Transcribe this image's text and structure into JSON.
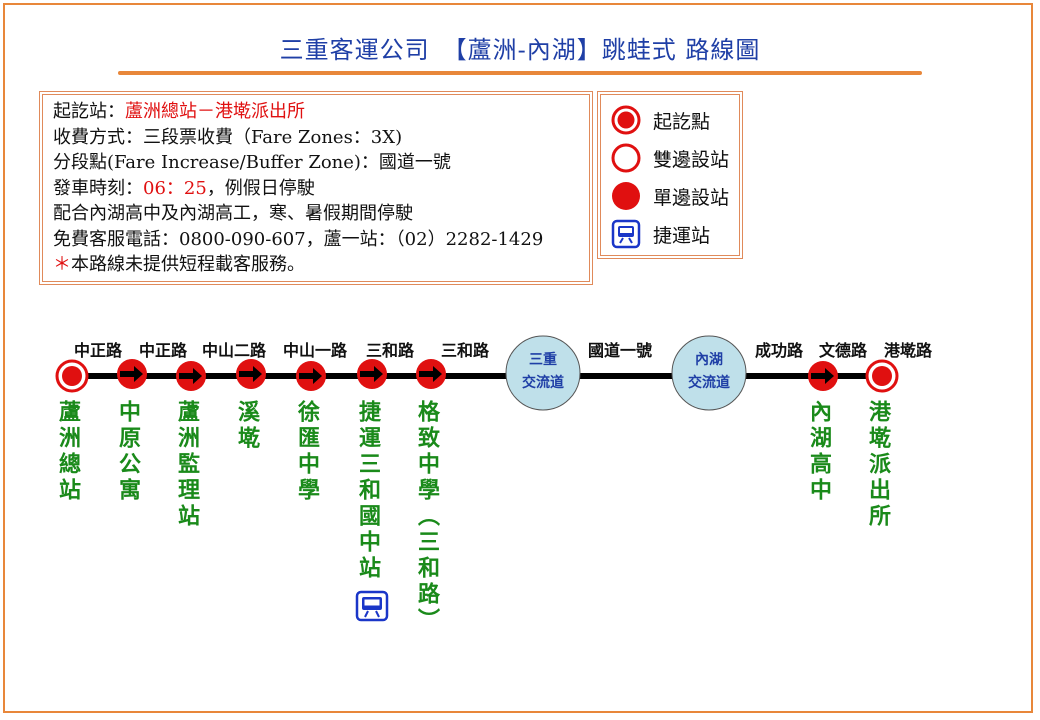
{
  "title": "三重客運公司　【蘆洲-內湖】跳蛙式 路線圖",
  "info": {
    "line1_label": "起訖站：",
    "line1_value": "蘆洲總站－港墘派出所",
    "line2": "收費方式：三段票收費（Fare Zones：3X)",
    "line3": "分段點(Fare Increase/Buffer Zone)：國道一號",
    "line4_label": "發車時刻：",
    "line4_value": "06：25",
    "line4_rest": "，例假日停駛",
    "line5": "配合內湖高中及內湖高工，寒、暑假期間停駛",
    "line6": "免費客服電話：0800-090-607，蘆一站：（02）2282-1429",
    "line7_mark": "＊",
    "line7": "本路線未提供短程載客服務。"
  },
  "legend": {
    "terminal": "起訖點",
    "both_sides": "雙邊設站",
    "one_side": "單邊設站",
    "mrt": "捷運站"
  },
  "roads": [
    "中正路",
    "中正路",
    "中山二路",
    "中山一路",
    "三和路",
    "三和路",
    "國道一號",
    "成功路",
    "文德路",
    "港墘路"
  ],
  "interchanges": [
    {
      "line1": "三重",
      "line2": "交流道"
    },
    {
      "line1": "內湖",
      "line2": "交流道"
    }
  ],
  "stops": [
    {
      "name": "蘆洲總站",
      "type": "terminal"
    },
    {
      "name": "中原公寓",
      "type": "one-side"
    },
    {
      "name": "蘆洲監理站",
      "type": "one-side"
    },
    {
      "name": "溪墘",
      "type": "one-side"
    },
    {
      "name": "徐匯中學",
      "type": "one-side"
    },
    {
      "name": "捷運三和國中站",
      "type": "one-side"
    },
    {
      "name": "格致中學（三和路）",
      "type": "one-side"
    },
    {
      "name": "內湖高中",
      "type": "one-side"
    },
    {
      "name": "港墘派出所",
      "type": "terminal"
    }
  ],
  "colors": {
    "frame": "#e8873a",
    "title": "#1f3fa6",
    "stop_red": "#e01010",
    "stop_text": "#1a8a1a",
    "interchange_fill": "#bfe0ea",
    "mrt_blue": "#1a36c8"
  }
}
